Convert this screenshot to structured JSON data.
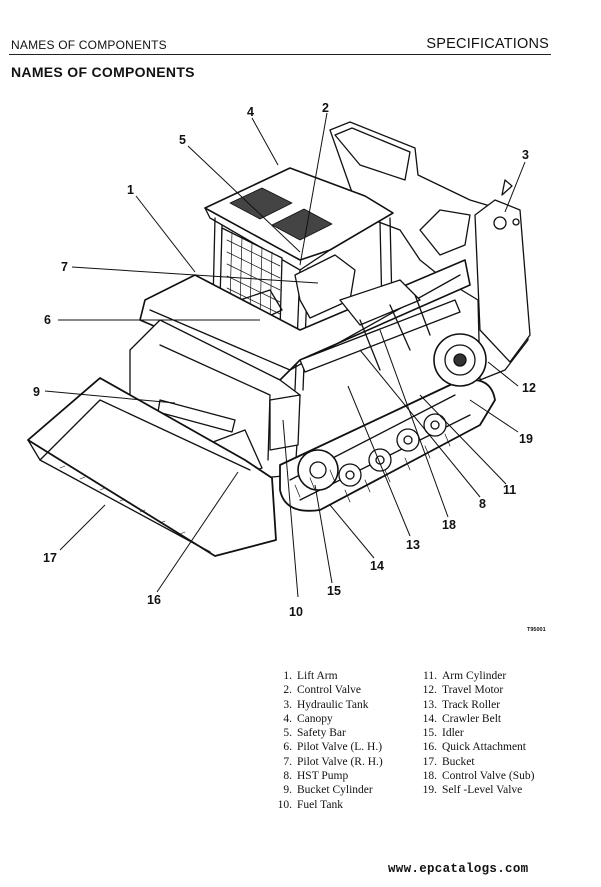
{
  "header": {
    "left_text": "NAMES OF COMPONENTS",
    "right_text": "SPECIFICATIONS"
  },
  "title": "NAMES OF COMPONENTS",
  "figure": {
    "code": "T95001",
    "callouts": [
      "1",
      "2",
      "3",
      "4",
      "5",
      "6",
      "7",
      "8",
      "9",
      "10",
      "11",
      "12",
      "13",
      "14",
      "15",
      "16",
      "17",
      "18",
      "19"
    ]
  },
  "legend": [
    {
      "num": "1.",
      "name": "Lift Arm"
    },
    {
      "num": "2.",
      "name": "Control Valve"
    },
    {
      "num": "3.",
      "name": "Hydraulic Tank"
    },
    {
      "num": "4.",
      "name": "Canopy"
    },
    {
      "num": "5.",
      "name": "Safety Bar"
    },
    {
      "num": "6.",
      "name": "Pilot Valve (L. H.)"
    },
    {
      "num": "7.",
      "name": "Pilot Valve (R. H.)"
    },
    {
      "num": "8.",
      "name": "HST Pump"
    },
    {
      "num": "9.",
      "name": "Bucket Cylinder"
    },
    {
      "num": "10.",
      "name": "Fuel Tank"
    },
    {
      "num": "11.",
      "name": "Arm Cylinder"
    },
    {
      "num": "12.",
      "name": "Travel Motor"
    },
    {
      "num": "13.",
      "name": "Track Roller"
    },
    {
      "num": "14.",
      "name": "Crawler Belt"
    },
    {
      "num": "15.",
      "name": "Idler"
    },
    {
      "num": "16.",
      "name": "Quick Attachment"
    },
    {
      "num": "17.",
      "name": "Bucket"
    },
    {
      "num": "18.",
      "name": "Control Valve (Sub)"
    },
    {
      "num": "19.",
      "name": "Self -Level Valve"
    }
  ],
  "footer": "www.epcatalogs.com"
}
